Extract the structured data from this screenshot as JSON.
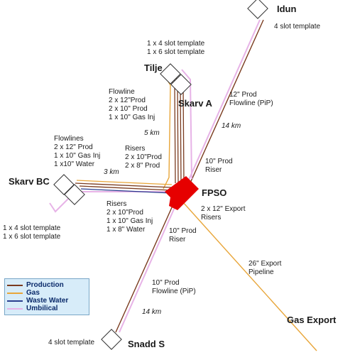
{
  "colors": {
    "production": "#7a3b1f",
    "gas": "#e8a63a",
    "waste_water": "#2a3f8f",
    "umbilical": "#e7b3e7",
    "fpso": "#e60000"
  },
  "nodes": {
    "idun": {
      "name": "Idun",
      "note": "4 slot template"
    },
    "tilje": {
      "name": "Tilje",
      "note_line1": "1 x 4 slot template",
      "note_line2": "1 x 6 slot template"
    },
    "skarv_a": {
      "name": "Skarv A"
    },
    "skarv_bc": {
      "name": "Skarv BC",
      "note_line1": "1 x 4 slot template",
      "note_line2": "1 x 6 slot template"
    },
    "fpso": {
      "name": "FPSO"
    },
    "snadd_s": {
      "name": "Snadd S",
      "note": "4 slot template"
    },
    "gas_export": {
      "name": "Gas Export"
    }
  },
  "labels": {
    "idun_flowline": [
      "12\" Prod",
      "Flowline (PiP)"
    ],
    "idun_distance": "14 km",
    "idun_riser": [
      "10\" Prod",
      "Riser"
    ],
    "tilje_flowline": [
      "Flowline",
      "2 x 12\"Prod",
      "2 x 10\" Prod",
      "1 x 10\" Gas Inj"
    ],
    "tilje_distance": "5 km",
    "tilje_risers": [
      "Risers",
      "2 x 10\"Prod",
      "2 x 8\" Prod"
    ],
    "bc_flowlines": [
      "Flowlines",
      "2 x 12\" Prod",
      "1 x 10\" Gas Inj",
      "1 x10\" Water"
    ],
    "bc_distance": "3 km",
    "bc_risers": [
      "Risers",
      "2 x 10\"Prod",
      "1 x 10\" Gas Inj",
      "1 x 8\" Water"
    ],
    "export_risers": [
      "2 x 12\" Export",
      "Risers"
    ],
    "snadd_riser": [
      "10\" Prod",
      "Riser"
    ],
    "export_pipeline": [
      "26\" Export",
      "Pipeline"
    ],
    "snadd_flowline": [
      "10\" Prod",
      "Flowline (PiP)"
    ],
    "snadd_distance": "14 km"
  },
  "legend": [
    {
      "label": "Production",
      "color": "#7a3b1f"
    },
    {
      "label": "Gas",
      "color": "#e8a63a"
    },
    {
      "label": "Waste Water",
      "color": "#2a3f8f"
    },
    {
      "label": "Umbilical",
      "color": "#e7b3e7"
    }
  ]
}
